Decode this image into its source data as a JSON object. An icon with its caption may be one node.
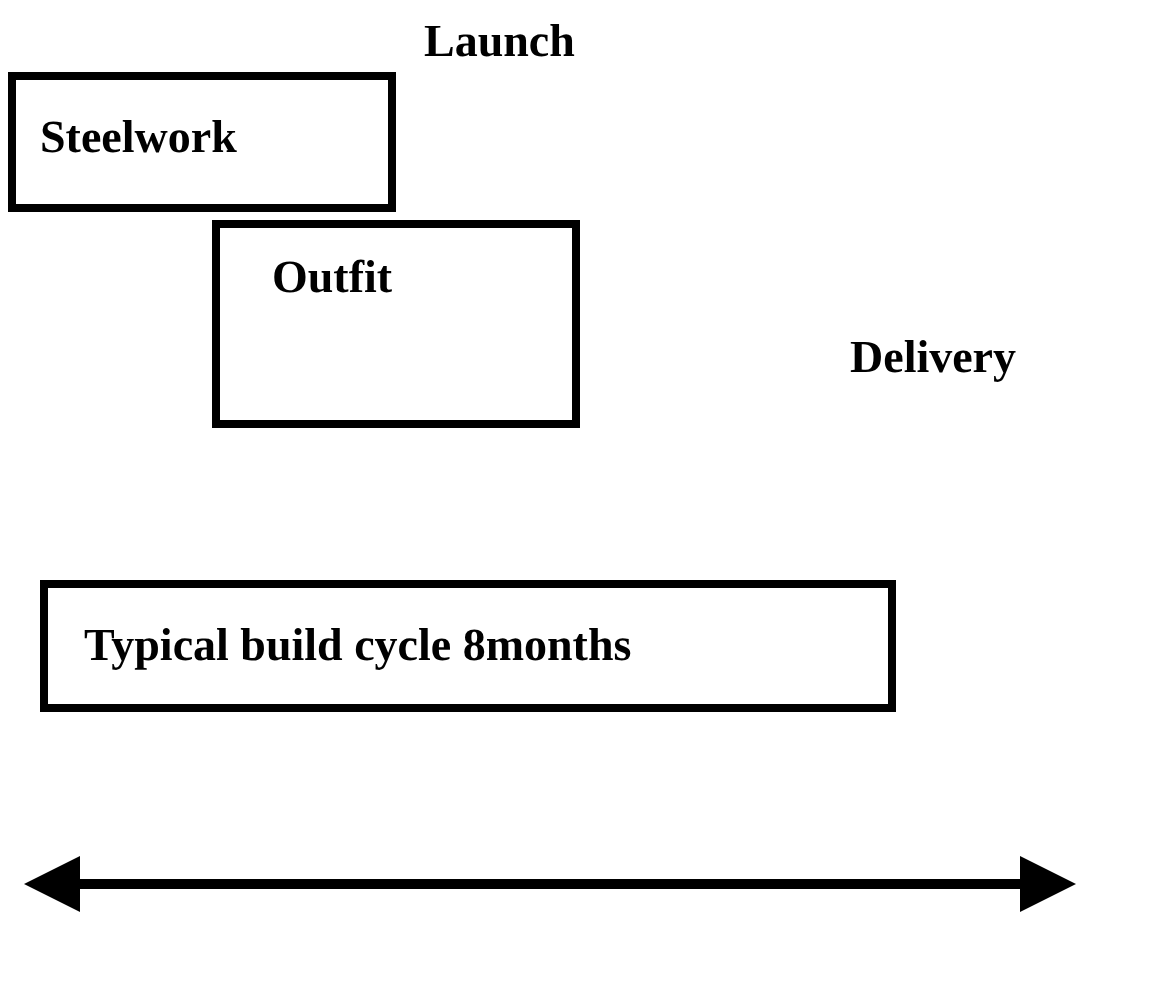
{
  "diagram": {
    "nodes": [
      {
        "text": [
          "Steelwork"
        ]
      },
      {
        "text": [
          "Outfit"
        ]
      },
      {
        "text": [
          "Typical build cycle 8months"
        ]
      }
    ],
    "labels": [
      "Launch",
      "Delivery"
    ]
  }
}
